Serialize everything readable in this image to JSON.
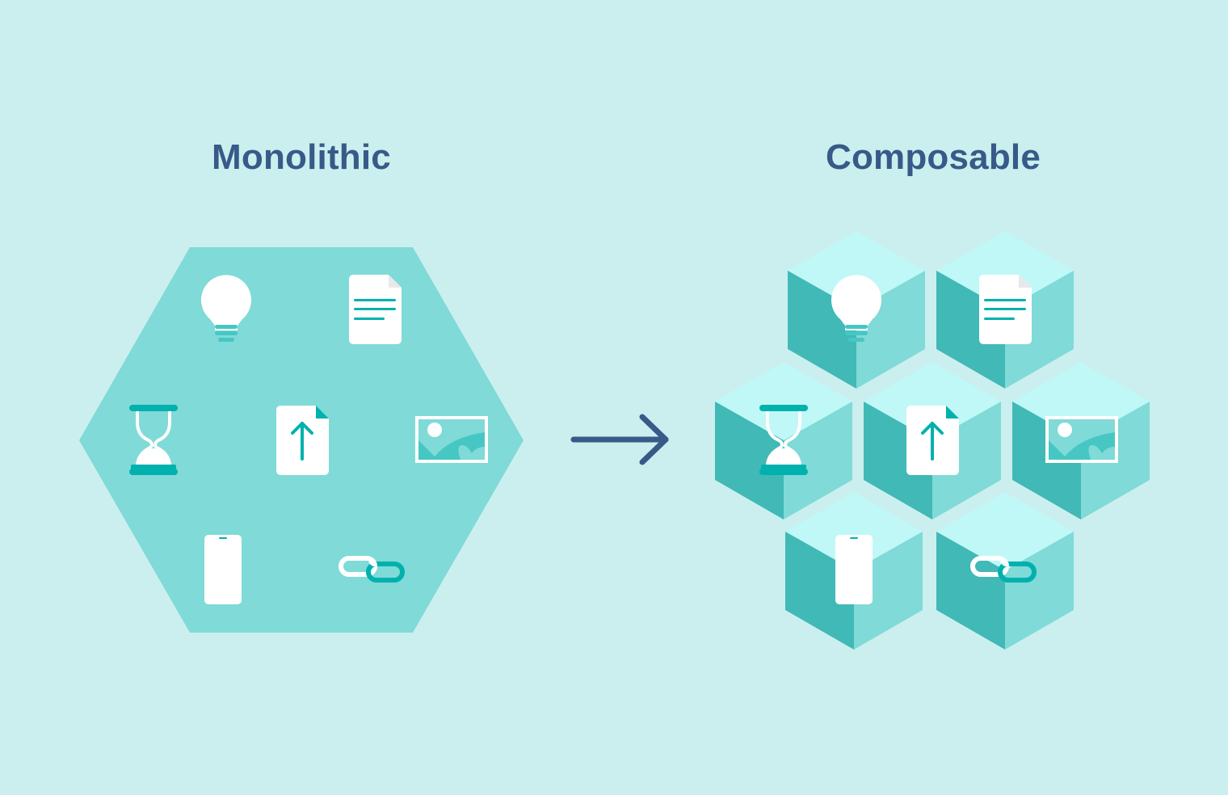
{
  "left_panel": {
    "title": "Monolithic",
    "shape": "hexagon",
    "icons": [
      "lightbulb-icon",
      "document-icon",
      "hourglass-icon",
      "file-upload-icon",
      "image-icon",
      "smartphone-icon",
      "link-icon"
    ]
  },
  "right_panel": {
    "title": "Composable",
    "shape": "cube-cluster",
    "cubes": [
      {
        "icon": "lightbulb-icon"
      },
      {
        "icon": "document-icon"
      },
      {
        "icon": "hourglass-icon"
      },
      {
        "icon": "file-upload-icon"
      },
      {
        "icon": "image-icon"
      },
      {
        "icon": "smartphone-icon"
      },
      {
        "icon": "link-icon"
      }
    ]
  },
  "transition": {
    "icon": "arrow-right-icon"
  },
  "colors": {
    "background": "#cbefef",
    "title": "#375a88",
    "hexagon": "#80dad7",
    "cube_top": "#bff8f7",
    "cube_left": "#41b9b6",
    "cube_right": "#80dad7",
    "accent": "#00b1ad",
    "icon_light": "#47c7c4",
    "arrow": "#375a88"
  }
}
